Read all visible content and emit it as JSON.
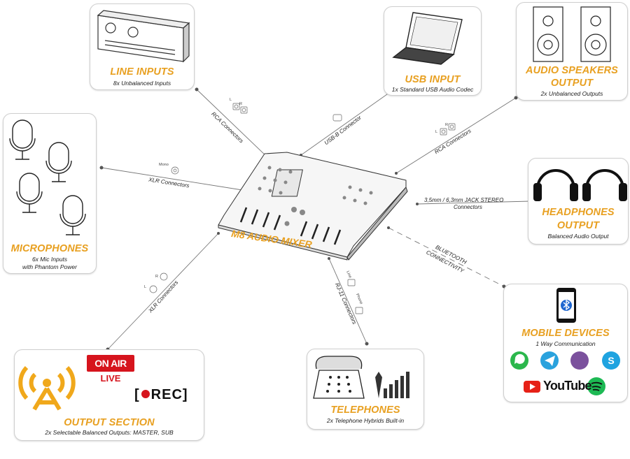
{
  "diagram": {
    "center": {
      "title": "M8 AUDIO MIXER"
    },
    "boxes": {
      "line_inputs": {
        "title": "LINE INPUTS",
        "sub": "8x Unbalanced Inputs"
      },
      "usb_input": {
        "title": "USB INPUT",
        "sub": "1x Standard USB Audio Codec"
      },
      "audio_speakers": {
        "title_line1": "AUDIO SPEAKERS",
        "title_line2": "OUTPUT",
        "sub": "2x Unbalanced Outputs"
      },
      "microphones": {
        "title": "MICROPHONES",
        "sub_line1": "6x Mic Inputs",
        "sub_line2": "with Phantom Power"
      },
      "headphones": {
        "title_line1": "HEADPHONES",
        "title_line2": "OUTPUT",
        "sub": "Balanced Audio Output"
      },
      "mobile_devices": {
        "title": "MOBILE DEVICES",
        "sub": "1 Way Communication"
      },
      "telephones": {
        "title": "TELEPHONES",
        "sub": "2x Telephone Hybrids Built-in"
      },
      "output_section": {
        "title": "OUTPUT SECTION",
        "sub": "2x Selectable Balanced Outputs: MASTER, SUB"
      }
    },
    "connectors": {
      "rca_line": "RCA Connectors",
      "usb_b": "USB-B Connector",
      "rca_speakers": "RCA Connectors",
      "xlr_mic": "XLR Connectors",
      "jack_line1": "3,5mm / 6,3mm JACK STEREO",
      "jack_line2": "Connectors",
      "bluetooth_line1": "BLUETOOTH",
      "bluetooth_line2": "CONNECTIVITY",
      "rj11": "RJ-11 Connectors",
      "xlr_out": "XLR Connectors"
    },
    "tiny_labels": {
      "L": "L",
      "R": "R",
      "mono": "Mono",
      "line": "Line",
      "phone": "Phone"
    },
    "badges": {
      "on_air": "ON AIR",
      "live": "LIVE",
      "rec": "REC",
      "youtube": "YouTube"
    }
  }
}
